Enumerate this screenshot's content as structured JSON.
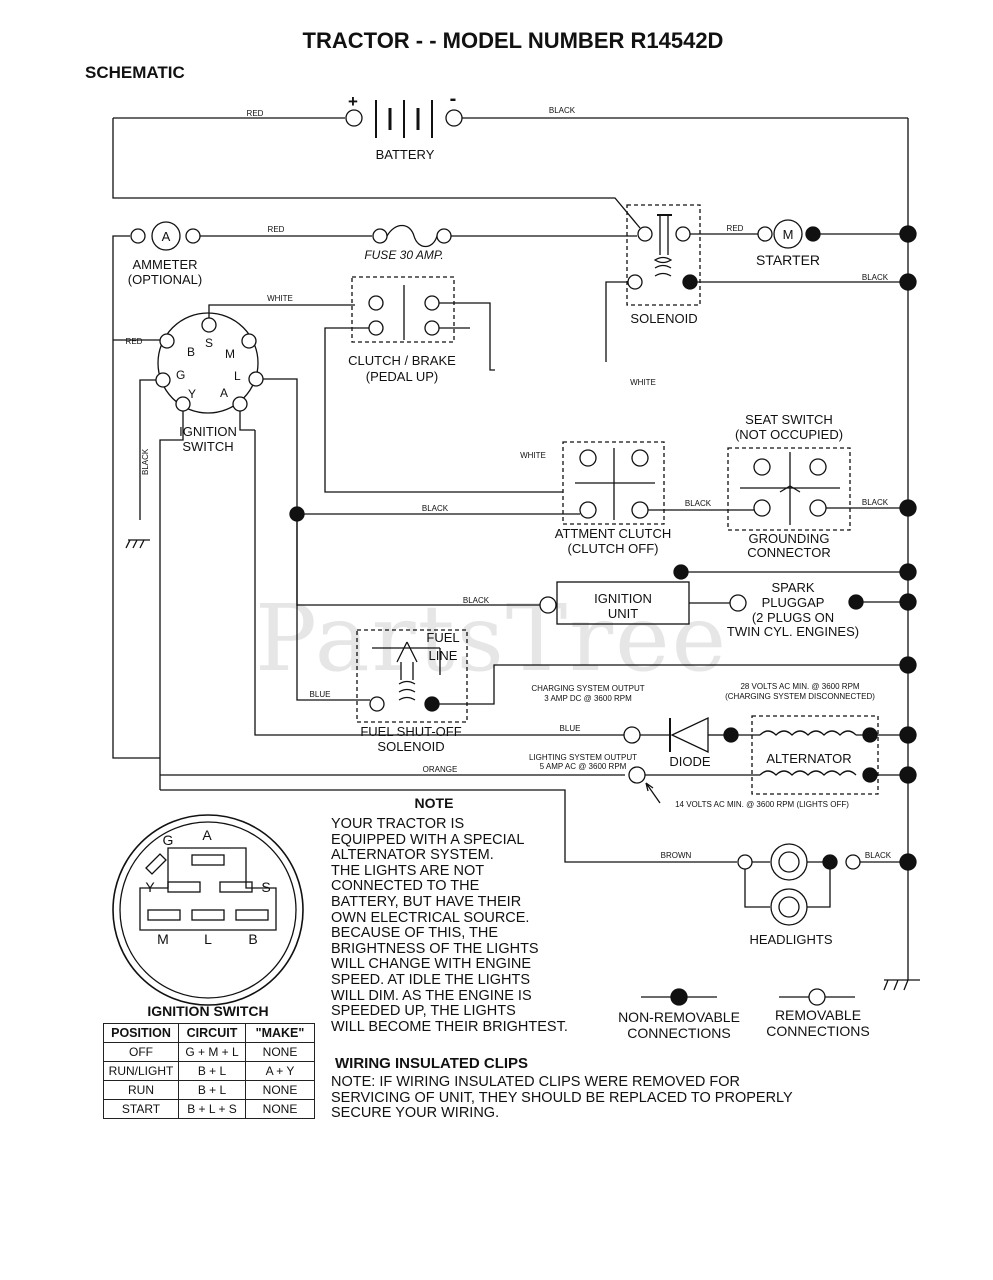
{
  "title": "TRACTOR - - MODEL NUMBER R14542D",
  "section": "SCHEMATIC",
  "watermark": "PartsTree",
  "components": {
    "battery": "BATTERY",
    "ammeter_1": "AMMETER",
    "ammeter_2": "(OPTIONAL)",
    "ammeter_symbol": "A",
    "fuse": "FUSE 30 AMP.",
    "solenoid": "SOLENOID",
    "starter": "STARTER",
    "starter_symbol": "M",
    "ignition_switch_1": "IGNITION",
    "ignition_switch_2": "SWITCH",
    "clutch_brake_1": "CLUTCH / BRAKE",
    "clutch_brake_2": "(PEDAL UP)",
    "seat_switch_1": "SEAT SWITCH",
    "seat_switch_2": "(NOT OCCUPIED)",
    "grounding_1": "GROUNDING",
    "grounding_2": "CONNECTOR",
    "attment_clutch_1": "ATTMENT CLUTCH",
    "attment_clutch_2": "(CLUTCH OFF)",
    "ignition_unit_1": "IGNITION",
    "ignition_unit_2": "UNIT",
    "spark_1": "SPARK",
    "spark_2": "PLUGGAP",
    "spark_3": "(2 PLUGS ON",
    "spark_4": "TWIN CYL. ENGINES)",
    "fuel_line_1": "FUEL",
    "fuel_line_2": "LINE",
    "fuel_solenoid_1": "FUEL SHUT-OFF",
    "fuel_solenoid_2": "SOLENOID",
    "charging_1": "CHARGING SYSTEM OUTPUT",
    "charging_2": "3 AMP DC @ 3600 RPM",
    "volts28_1": "28 VOLTS AC MIN. @ 3600 RPM",
    "volts28_2": "(CHARGING SYSTEM DISCONNECTED)",
    "diode": "DIODE",
    "alternator": "ALTERNATOR",
    "lighting_1": "LIGHTING SYSTEM OUTPUT",
    "lighting_2": "5 AMP AC @ 3600 RPM",
    "volts14": "14 VOLTS AC MIN. @ 3600 RPM (LIGHTS OFF)",
    "headlights": "HEADLIGHTS",
    "plus": "+",
    "minus": "-"
  },
  "wires": {
    "red": "RED",
    "black": "BLACK",
    "white": "WHITE",
    "blue": "BLUE",
    "orange": "ORANGE",
    "brown": "BROWN"
  },
  "terminals": {
    "b": "B",
    "s": "S",
    "m": "M",
    "g": "G",
    "y": "Y",
    "a": "A",
    "l": "L"
  },
  "legend": {
    "non_removable_1": "NON-REMOVABLE",
    "non_removable_2": "CONNECTIONS",
    "removable_1": "REMOVABLE",
    "removable_2": "CONNECTIONS"
  },
  "note": {
    "heading": "NOTE",
    "lines": [
      "YOUR TRACTOR IS",
      "EQUIPPED WITH A SPECIAL",
      "ALTERNATOR SYSTEM.",
      "THE LIGHTS ARE NOT",
      "CONNECTED TO THE",
      "BATTERY, BUT HAVE THEIR",
      "OWN ELECTRICAL SOURCE.",
      "BECAUSE OF THIS, THE",
      "BRIGHTNESS OF THE LIGHTS",
      "WILL CHANGE WITH ENGINE",
      "SPEED. AT IDLE THE LIGHTS",
      "WILL DIM. AS THE ENGINE IS",
      "SPEEDED UP, THE LIGHTS",
      "WILL BECOME THEIR BRIGHTEST."
    ]
  },
  "wiring_clips": {
    "heading": "WIRING INSULATED CLIPS",
    "note": "NOTE: IF WIRING INSULATED CLIPS WERE REMOVED FOR SERVICING OF UNIT, THEY SHOULD BE REPLACED TO PROPERLY SECURE YOUR WIRING."
  },
  "ignition_diagram": {
    "title": "IGNITION SWITCH",
    "pins": {
      "g": "G",
      "a": "A",
      "y": "Y",
      "s": "S",
      "m": "M",
      "l": "L",
      "b": "B"
    }
  },
  "ignition_table": {
    "headers": [
      "POSITION",
      "CIRCUIT",
      "\"MAKE\""
    ],
    "rows": [
      [
        "OFF",
        "G + M + L",
        "NONE"
      ],
      [
        "RUN/LIGHT",
        "B + L",
        "A + Y"
      ],
      [
        "RUN",
        "B + L",
        "NONE"
      ],
      [
        "START",
        "B + L + S",
        "NONE"
      ]
    ]
  }
}
